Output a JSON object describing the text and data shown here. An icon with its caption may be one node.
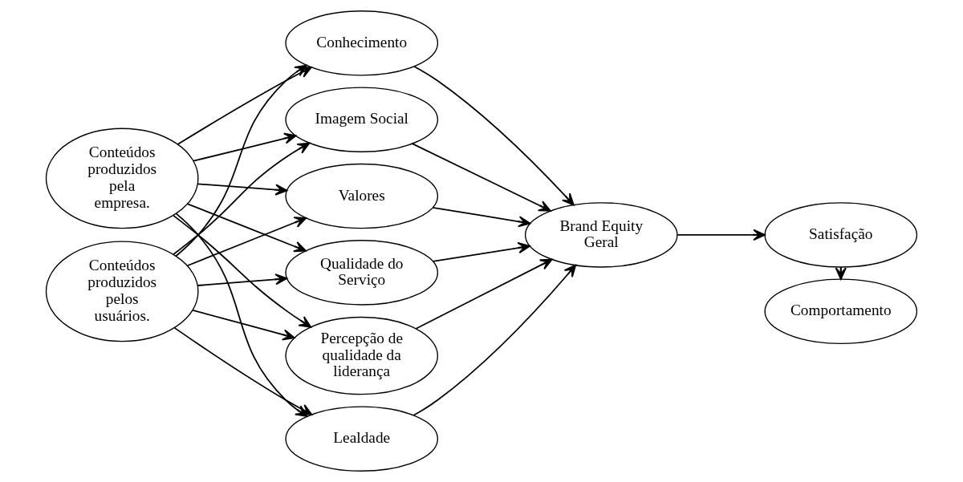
{
  "diagram": {
    "nodes": [
      {
        "text": [
          "Conteúdos produzidos pela empresa."
        ]
      },
      {
        "text": [
          "Conteúdos produzidos pelos usuários."
        ]
      },
      {
        "text": [
          "Conhecimento"
        ]
      },
      {
        "text": [
          "Imagem Social"
        ]
      },
      {
        "text": [
          "Valores"
        ]
      },
      {
        "text": [
          "Qualidade do Serviço"
        ]
      },
      {
        "text": [
          "Percepção de qualidade da liderança"
        ]
      },
      {
        "text": [
          "Lealdade"
        ]
      },
      {
        "text": [
          "Brand Equity Geral"
        ]
      },
      {
        "text": [
          "Satisfação"
        ]
      },
      {
        "text": [
          "Comportamento"
        ]
      }
    ],
    "edges": [
      {
        "from": 0,
        "to": 2,
        "arrow": "to"
      },
      {
        "from": 0,
        "to": 3,
        "arrow": "to"
      },
      {
        "from": 0,
        "to": 4,
        "arrow": "to"
      },
      {
        "from": 0,
        "to": 5,
        "arrow": "to"
      },
      {
        "from": 0,
        "to": 6,
        "arrow": "to"
      },
      {
        "from": 0,
        "to": 7,
        "arrow": "to"
      },
      {
        "from": 1,
        "to": 2,
        "arrow": "to"
      },
      {
        "from": 1,
        "to": 3,
        "arrow": "to"
      },
      {
        "from": 1,
        "to": 4,
        "arrow": "to"
      },
      {
        "from": 1,
        "to": 5,
        "arrow": "to"
      },
      {
        "from": 1,
        "to": 6,
        "arrow": "to"
      },
      {
        "from": 1,
        "to": 7,
        "arrow": "to"
      },
      {
        "from": 2,
        "to": 8,
        "arrow": "to"
      },
      {
        "from": 3,
        "to": 8,
        "arrow": "to"
      },
      {
        "from": 4,
        "to": 8,
        "arrow": "to"
      },
      {
        "from": 5,
        "to": 8,
        "arrow": "to"
      },
      {
        "from": 6,
        "to": 8,
        "arrow": "to"
      },
      {
        "from": 7,
        "to": 8,
        "arrow": "to"
      },
      {
        "from": 8,
        "to": 9,
        "arrow": "to"
      },
      {
        "from": 9,
        "to": 10,
        "arrow": "to"
      }
    ]
  }
}
